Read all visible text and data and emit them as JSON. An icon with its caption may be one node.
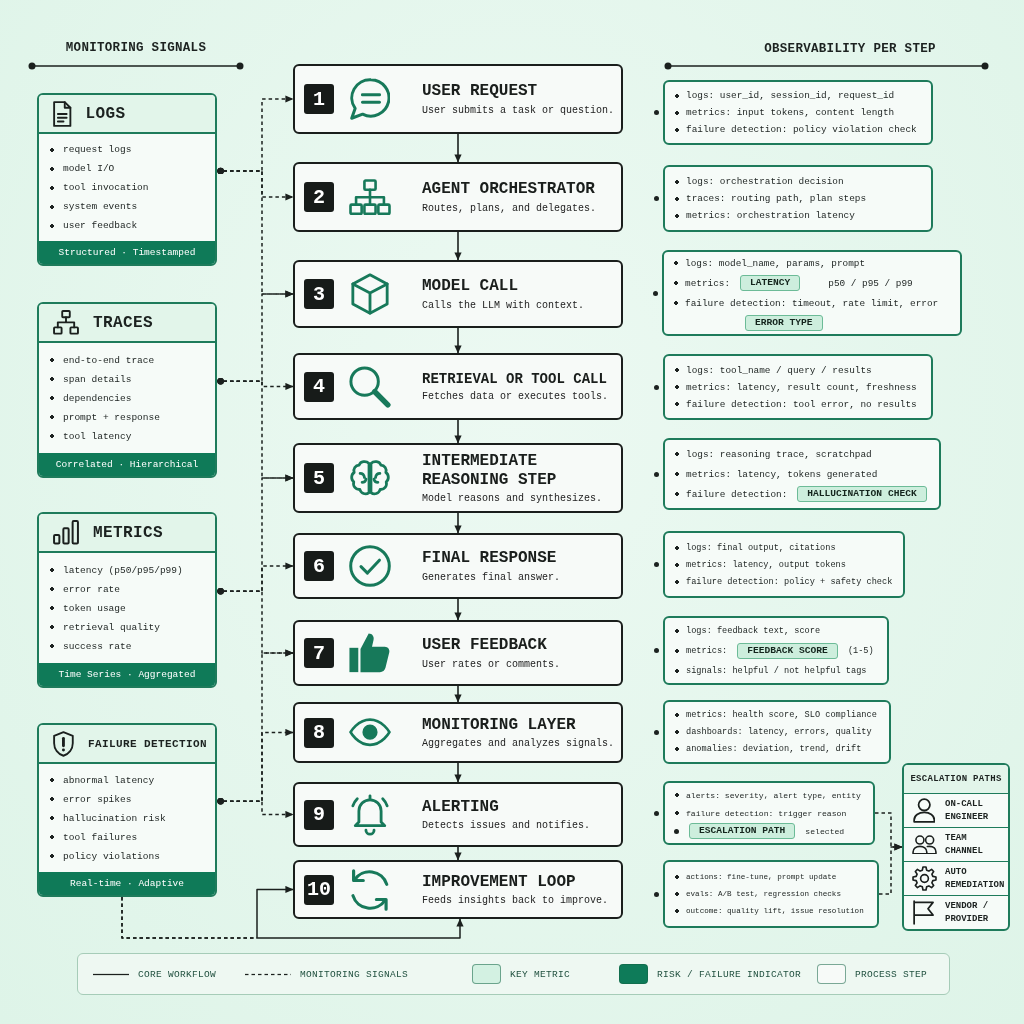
{
  "diagram": {
    "nodes": [
      {
        "text": [
          "LOGS",
          "request logs",
          "model I/O",
          "tool invocation",
          "system events",
          "user feedback",
          "Structured · Timestamped"
        ]
      },
      {
        "text": [
          "TRACES",
          "end-to-end trace",
          "span details",
          "dependencies",
          "prompt + response",
          "tool latency",
          "Correlated · Hierarchical"
        ]
      },
      {
        "text": [
          "METRICS",
          "latency (p50/p95/p99)",
          "error rate",
          "token usage",
          "retrieval quality",
          "success rate",
          "Time Series · Aggregated"
        ]
      },
      {
        "text": [
          "FAILURE DETECTION",
          "abnormal latency",
          "error spikes",
          "hallucination risk",
          "tool failures",
          "policy violations",
          "Real-time · Adaptive"
        ]
      },
      {
        "text": [
          "1",
          "USER REQUEST",
          "User submits a task or question."
        ]
      },
      {
        "text": [
          "2",
          "AGENT ORCHESTRATOR",
          "Routes, plans, and delegates."
        ]
      },
      {
        "text": [
          "3",
          "MODEL CALL",
          "Calls the LLM with context."
        ]
      },
      {
        "text": [
          "4",
          "RETRIEVAL OR TOOL CALL",
          "Fetches data or executes tools."
        ]
      },
      {
        "text": [
          "5",
          "INTERMEDIATE REASONING STEP",
          "Model reasons and synthesizes."
        ]
      },
      {
        "text": [
          "6",
          "FINAL RESPONSE",
          "Generates final answer."
        ]
      },
      {
        "text": [
          "7",
          "USER FEEDBACK",
          "User rates or comments."
        ]
      },
      {
        "text": [
          "8",
          "MONITORING LAYER",
          "Aggregates and analyzes signals."
        ]
      },
      {
        "text": [
          "9",
          "ALERTING",
          "Detects issues and notifies."
        ]
      },
      {
        "text": [
          "10",
          "IMPROVEMENT LOOP",
          "Feeds insights back to improve."
        ]
      },
      {
        "text": [
          "logs: user_id, session_id, request_id",
          "metrics: input tokens, content length",
          "failure detection: policy violation check"
        ]
      },
      {
        "text": [
          "logs: orchestration decision",
          "traces: routing path, plan steps",
          "metrics: orchestration latency"
        ]
      },
      {
        "text": [
          "logs: model_name, params, prompt",
          "metrics:",
          "p50 / p95 / p99",
          "failure detection: timeout, rate limit, error"
        ]
      },
      {
        "text": [
          "LATENCY"
        ],
        "in": 16
      },
      {
        "text": [
          "ERROR TYPE"
        ],
        "in": 16
      },
      {
        "text": [
          "logs: tool_name / query / results",
          "metrics: latency, result count, freshness",
          "failure detection: tool error, no results"
        ]
      },
      {
        "text": [
          "logs: reasoning trace, scratchpad",
          "metrics: latency, tokens generated",
          "failure detection:"
        ]
      },
      {
        "text": [
          "HALLUCINATION CHECK"
        ],
        "in": 20
      },
      {
        "text": [
          "logs: final output, citations",
          "metrics: latency, output tokens",
          "failure detection: policy + safety check"
        ]
      },
      {
        "text": [
          "logs: feedback text, score",
          "metrics:",
          "(1-5)",
          "signals: helpful / not helpful tags"
        ]
      },
      {
        "text": [
          "FEEDBACK SCORE"
        ],
        "in": 23
      },
      {
        "text": [
          "metrics: health score, SLO compliance",
          "dashboards: latency, errors, quality",
          "anomalies: deviation, trend, drift"
        ]
      },
      {
        "text": [
          "alerts: severity, alert type, entity",
          "failure detection: trigger reason",
          "selected"
        ]
      },
      {
        "text": [
          "ESCALATION PATH"
        ],
        "in": 26
      },
      {
        "text": [
          "actions: fine-tune, prompt update",
          "evals: A/B test, regression checks",
          "outcome: quality lift, issue resolution"
        ]
      },
      {
        "text": [
          "ESCALATION PATHS"
        ]
      },
      {
        "text": [
          "ON-CALL ENGINEER"
        ],
        "in": 29
      },
      {
        "text": [
          "TEAM CHANNEL"
        ],
        "in": 29
      },
      {
        "text": [
          "AUTO REMEDIATION"
        ],
        "in": 29
      },
      {
        "text": [
          "VENDOR / PROVIDER"
        ],
        "in": 29
      }
    ],
    "edges": [
      {
        "from": 4,
        "to": 5,
        "arrow": "to"
      },
      {
        "from": 5,
        "to": 6,
        "arrow": "to"
      },
      {
        "from": 6,
        "to": 7,
        "arrow": "to"
      },
      {
        "from": 7,
        "to": 8,
        "arrow": "to"
      },
      {
        "from": 8,
        "to": 9,
        "arrow": "to"
      },
      {
        "from": 9,
        "to": 10,
        "arrow": "to"
      },
      {
        "from": 10,
        "to": 11,
        "arrow": "to"
      },
      {
        "from": 11,
        "to": 12,
        "arrow": "to"
      },
      {
        "from": 12,
        "to": 13,
        "arrow": "to"
      },
      {
        "from": 0,
        "to": 4,
        "arrow": "to",
        "style": "dashed"
      },
      {
        "from": 0,
        "to": 5,
        "arrow": "to",
        "style": "dashed"
      },
      {
        "from": 0,
        "to": 6,
        "arrow": "to",
        "style": "dashed"
      },
      {
        "from": 1,
        "to": 6,
        "arrow": "to",
        "style": "dashed"
      },
      {
        "from": 1,
        "to": 7,
        "arrow": "to",
        "style": "dashed"
      },
      {
        "from": 1,
        "to": 8,
        "arrow": "to",
        "style": "dashed"
      },
      {
        "from": 2,
        "to": 8,
        "arrow": "to",
        "style": "dashed"
      },
      {
        "from": 2,
        "to": 9,
        "arrow": "to",
        "style": "dashed"
      },
      {
        "from": 2,
        "to": 10,
        "arrow": "to",
        "style": "dashed"
      },
      {
        "from": 3,
        "to": 10,
        "arrow": "to",
        "style": "dashed"
      },
      {
        "from": 3,
        "to": 11,
        "arrow": "to",
        "style": "dashed"
      },
      {
        "from": 3,
        "to": 12,
        "arrow": "to",
        "style": "dashed"
      },
      {
        "from": 3,
        "to": 13,
        "arrow": "to",
        "style": "dashed"
      },
      {
        "from": 3,
        "to": 13,
        "arrow": "to",
        "style": "dashed"
      },
      {
        "from": 26,
        "to": 29,
        "arrow": "to",
        "style": "dashed"
      },
      {
        "from": 28,
        "to": 29,
        "arrow": "to",
        "style": "dashed"
      }
    ],
    "labels": [
      "MONITORING SIGNALS",
      "OBSERVABILITY PER STEP"
    ],
    "legend": [
      {
        "text": "CORE WORKFLOW"
      },
      {
        "text": "MONITORING SIGNALS"
      },
      {
        "text": "KEY METRIC",
        "color": "#d3f1e2"
      },
      {
        "text": "RISK / FAILURE INDICATOR",
        "color": "#0e7b59"
      },
      {
        "text": "PROCESS STEP",
        "color": "#f7faf8"
      }
    ]
  }
}
